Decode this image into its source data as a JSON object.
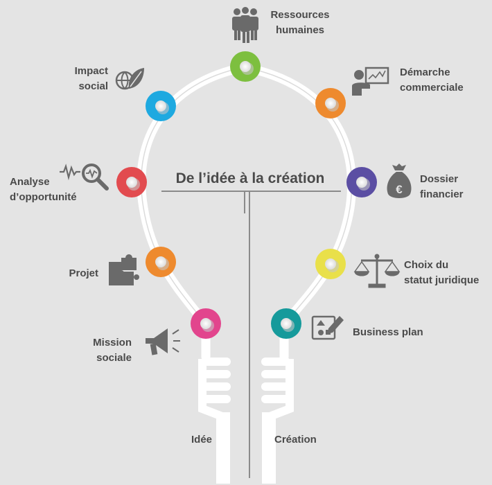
{
  "title": "De l’idée à la création",
  "steps": {
    "ressources_humaines": {
      "line1": "Ressources",
      "line2": "humaines",
      "color": "#7dbf3f",
      "icon": "people-icon"
    },
    "demarche_commerciale": {
      "line1": "Démarche",
      "line2": "commerciale",
      "color": "#ee8a2e",
      "icon": "presenter-board-icon"
    },
    "dossier_financier": {
      "line1": "Dossier",
      "line2": "financier",
      "color": "#5b4ea3",
      "icon": "money-bag-icon"
    },
    "choix_statut": {
      "line1": "Choix du",
      "line2": "statut juridique",
      "color": "#e9e04a",
      "icon": "scales-icon"
    },
    "business_plan": {
      "line1": "Business plan",
      "color": "#169a9b",
      "icon": "shapes-pencil-icon"
    },
    "creation": {
      "line1": "Création"
    },
    "idee": {
      "line1": "Idée"
    },
    "mission_sociale": {
      "line1": "Mission",
      "line2": "sociale",
      "color": "#e2458d",
      "icon": "megaphone-icon"
    },
    "projet": {
      "line1": "Projet",
      "color": "#ee8a2e",
      "icon": "puzzle-icon"
    },
    "analyse": {
      "line1": "Analyse",
      "line2": "d’opportunité",
      "color": "#e24b4f",
      "icon": "magnifier-wave-icon"
    },
    "impact_social": {
      "line1": "Impact",
      "line2": "social",
      "color": "#1ea9e0",
      "icon": "globe-leaf-icon"
    }
  }
}
